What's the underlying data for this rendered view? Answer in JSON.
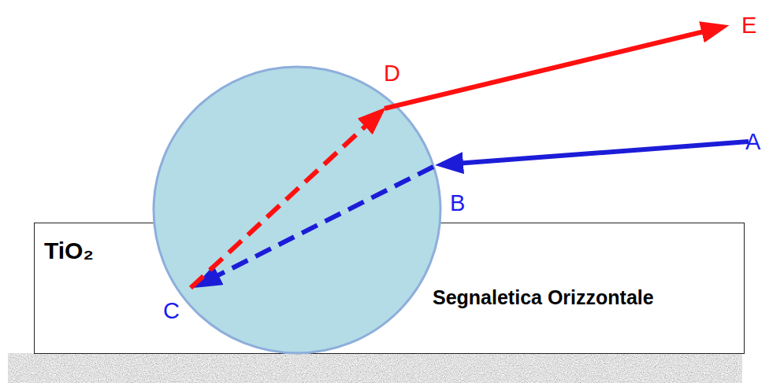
{
  "diagram": {
    "nodes": [
      {
        "text": [
          "TiO₂",
          "Segnaletica Orizzontale"
        ]
      }
    ],
    "labels": [
      "A",
      "B",
      "C",
      "D",
      "E"
    ]
  }
}
